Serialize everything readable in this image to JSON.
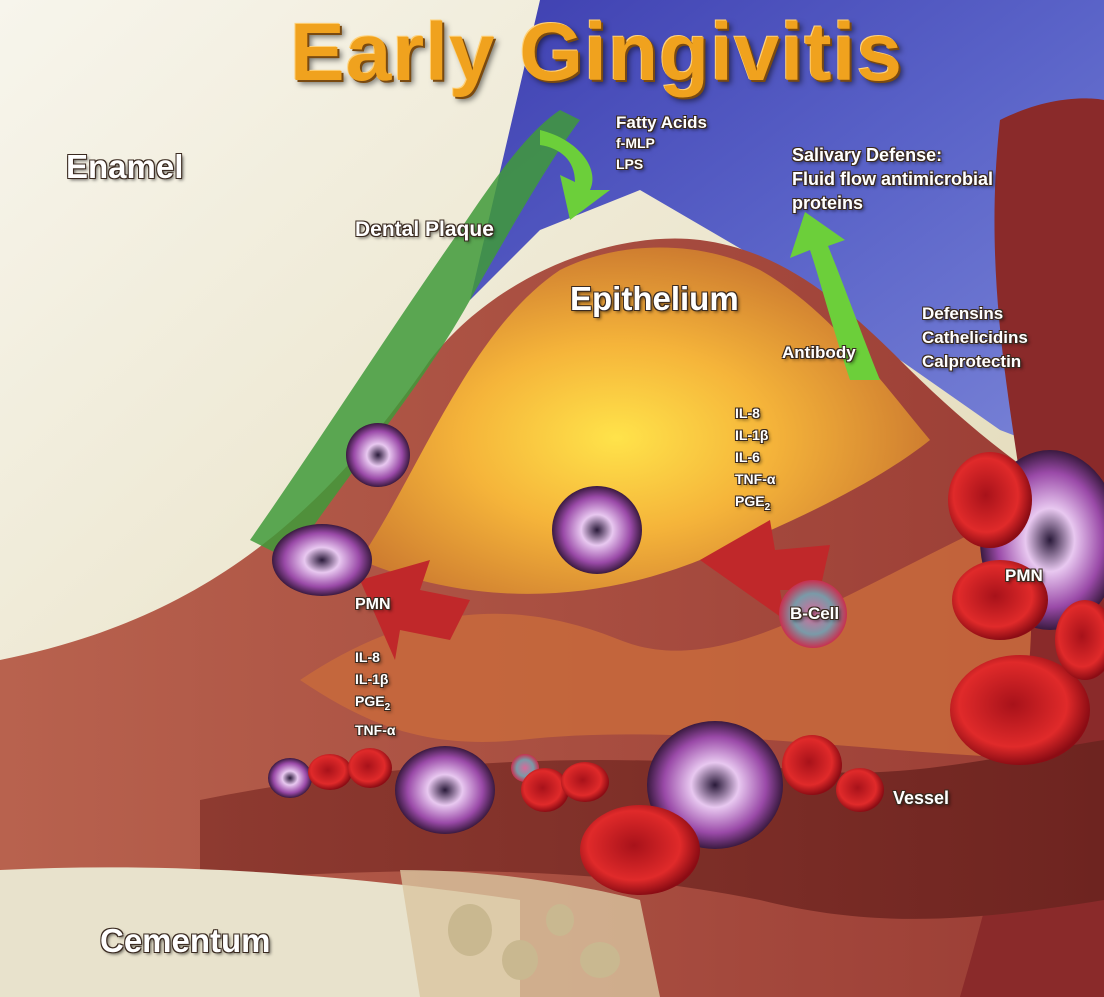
{
  "title": "Early Gingivitis",
  "labels": {
    "enamel": "Enamel",
    "dental_plaque": "Dental Plaque",
    "epithelium": "Epithelium",
    "cementum": "Cementum",
    "vessel": "Vessel",
    "antibody": "Antibody",
    "b_cell": "B-Cell",
    "pmn_left": "PMN",
    "pmn_right": "PMN"
  },
  "bacterial_products": [
    "Fatty Acids",
    "f-MLP",
    "LPS"
  ],
  "salivary_defense": [
    "Salivary Defense:",
    "Fluid flow antimicrobial",
    "proteins"
  ],
  "antimicrobial_peptides": [
    "Defensins",
    "Cathelicidins",
    "Calprotectin"
  ],
  "epithelial_mediators": [
    "IL-8",
    "IL-1β",
    "IL-6",
    "TNF-α",
    "PGE",
    "2"
  ],
  "pmn_mediators": [
    "IL-8",
    "IL-1β",
    "PGE",
    "2",
    "TNF-α"
  ]
}
